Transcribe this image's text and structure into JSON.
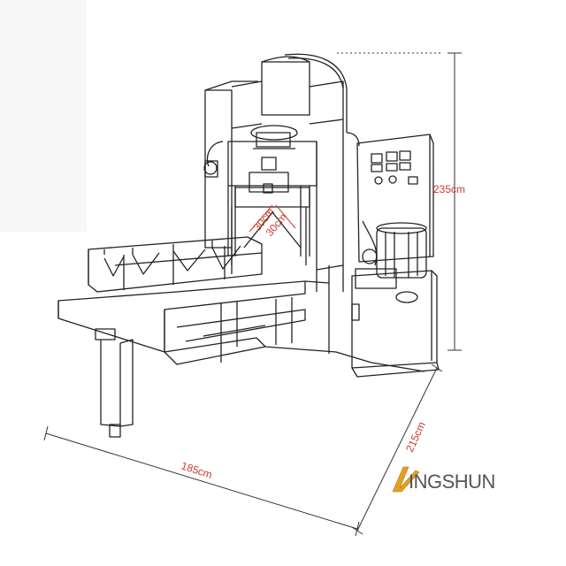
{
  "dimensions": {
    "height": "235cm",
    "depth": "215cm",
    "width": "185cm",
    "cut_height": "30cm",
    "cut_width": "30cm"
  },
  "logo": {
    "text": "INGSHUN"
  },
  "colors": {
    "line": "#222222",
    "dimension_text": "#d03a2a",
    "logo_text": "#555555",
    "logo_mark": "#e0a020",
    "background": "#ffffff"
  }
}
